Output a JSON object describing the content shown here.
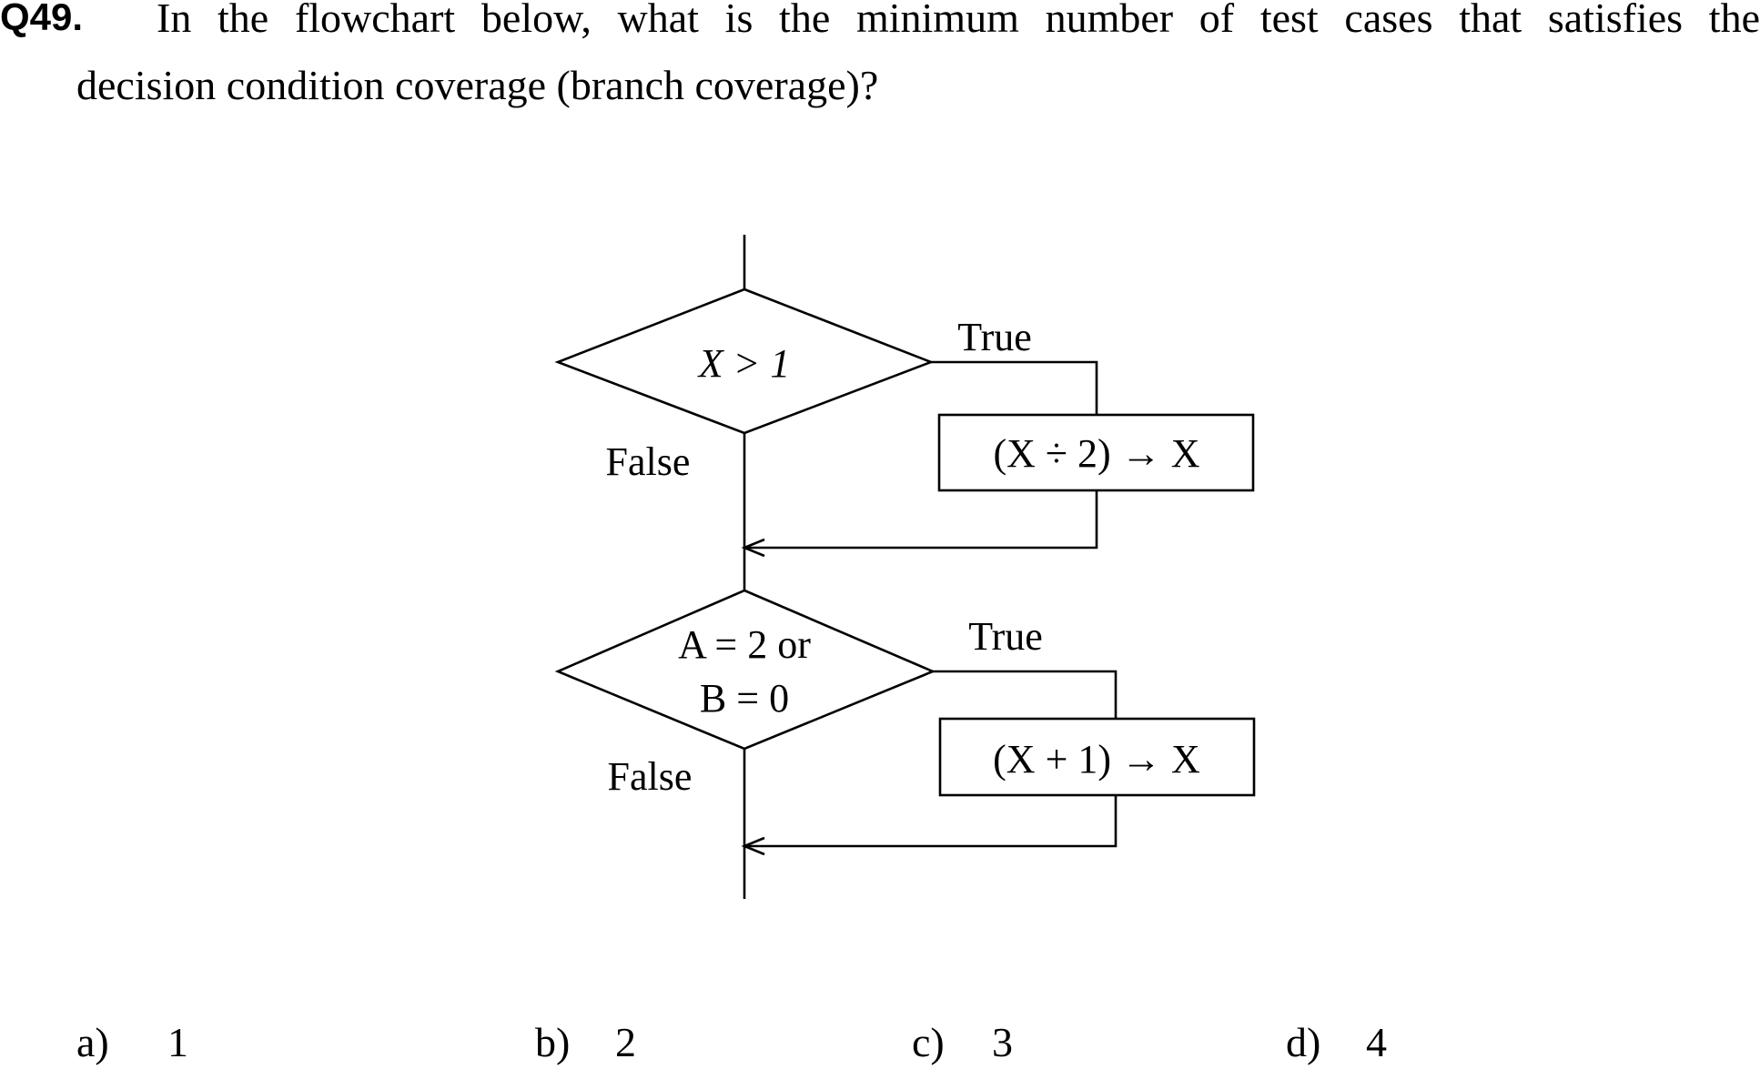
{
  "question": {
    "number": "Q49.",
    "text_line1": "In the flowchart below, what is the minimum number of test cases that satisfies the",
    "text_line2": "decision condition coverage (branch coverage)?"
  },
  "flowchart": {
    "decision1": {
      "condition": "X > 1",
      "true_label": "True",
      "false_label": "False"
    },
    "process1": "(X ÷ 2) → X",
    "decision2": {
      "condition_line1": "A = 2 or",
      "condition_line2": "B = 0",
      "true_label": "True",
      "false_label": "False"
    },
    "process2": "(X + 1) → X"
  },
  "choices": [
    {
      "letter": "a)",
      "value": "1"
    },
    {
      "letter": "b)",
      "value": "2"
    },
    {
      "letter": "c)",
      "value": "3"
    },
    {
      "letter": "d)",
      "value": "4"
    }
  ]
}
